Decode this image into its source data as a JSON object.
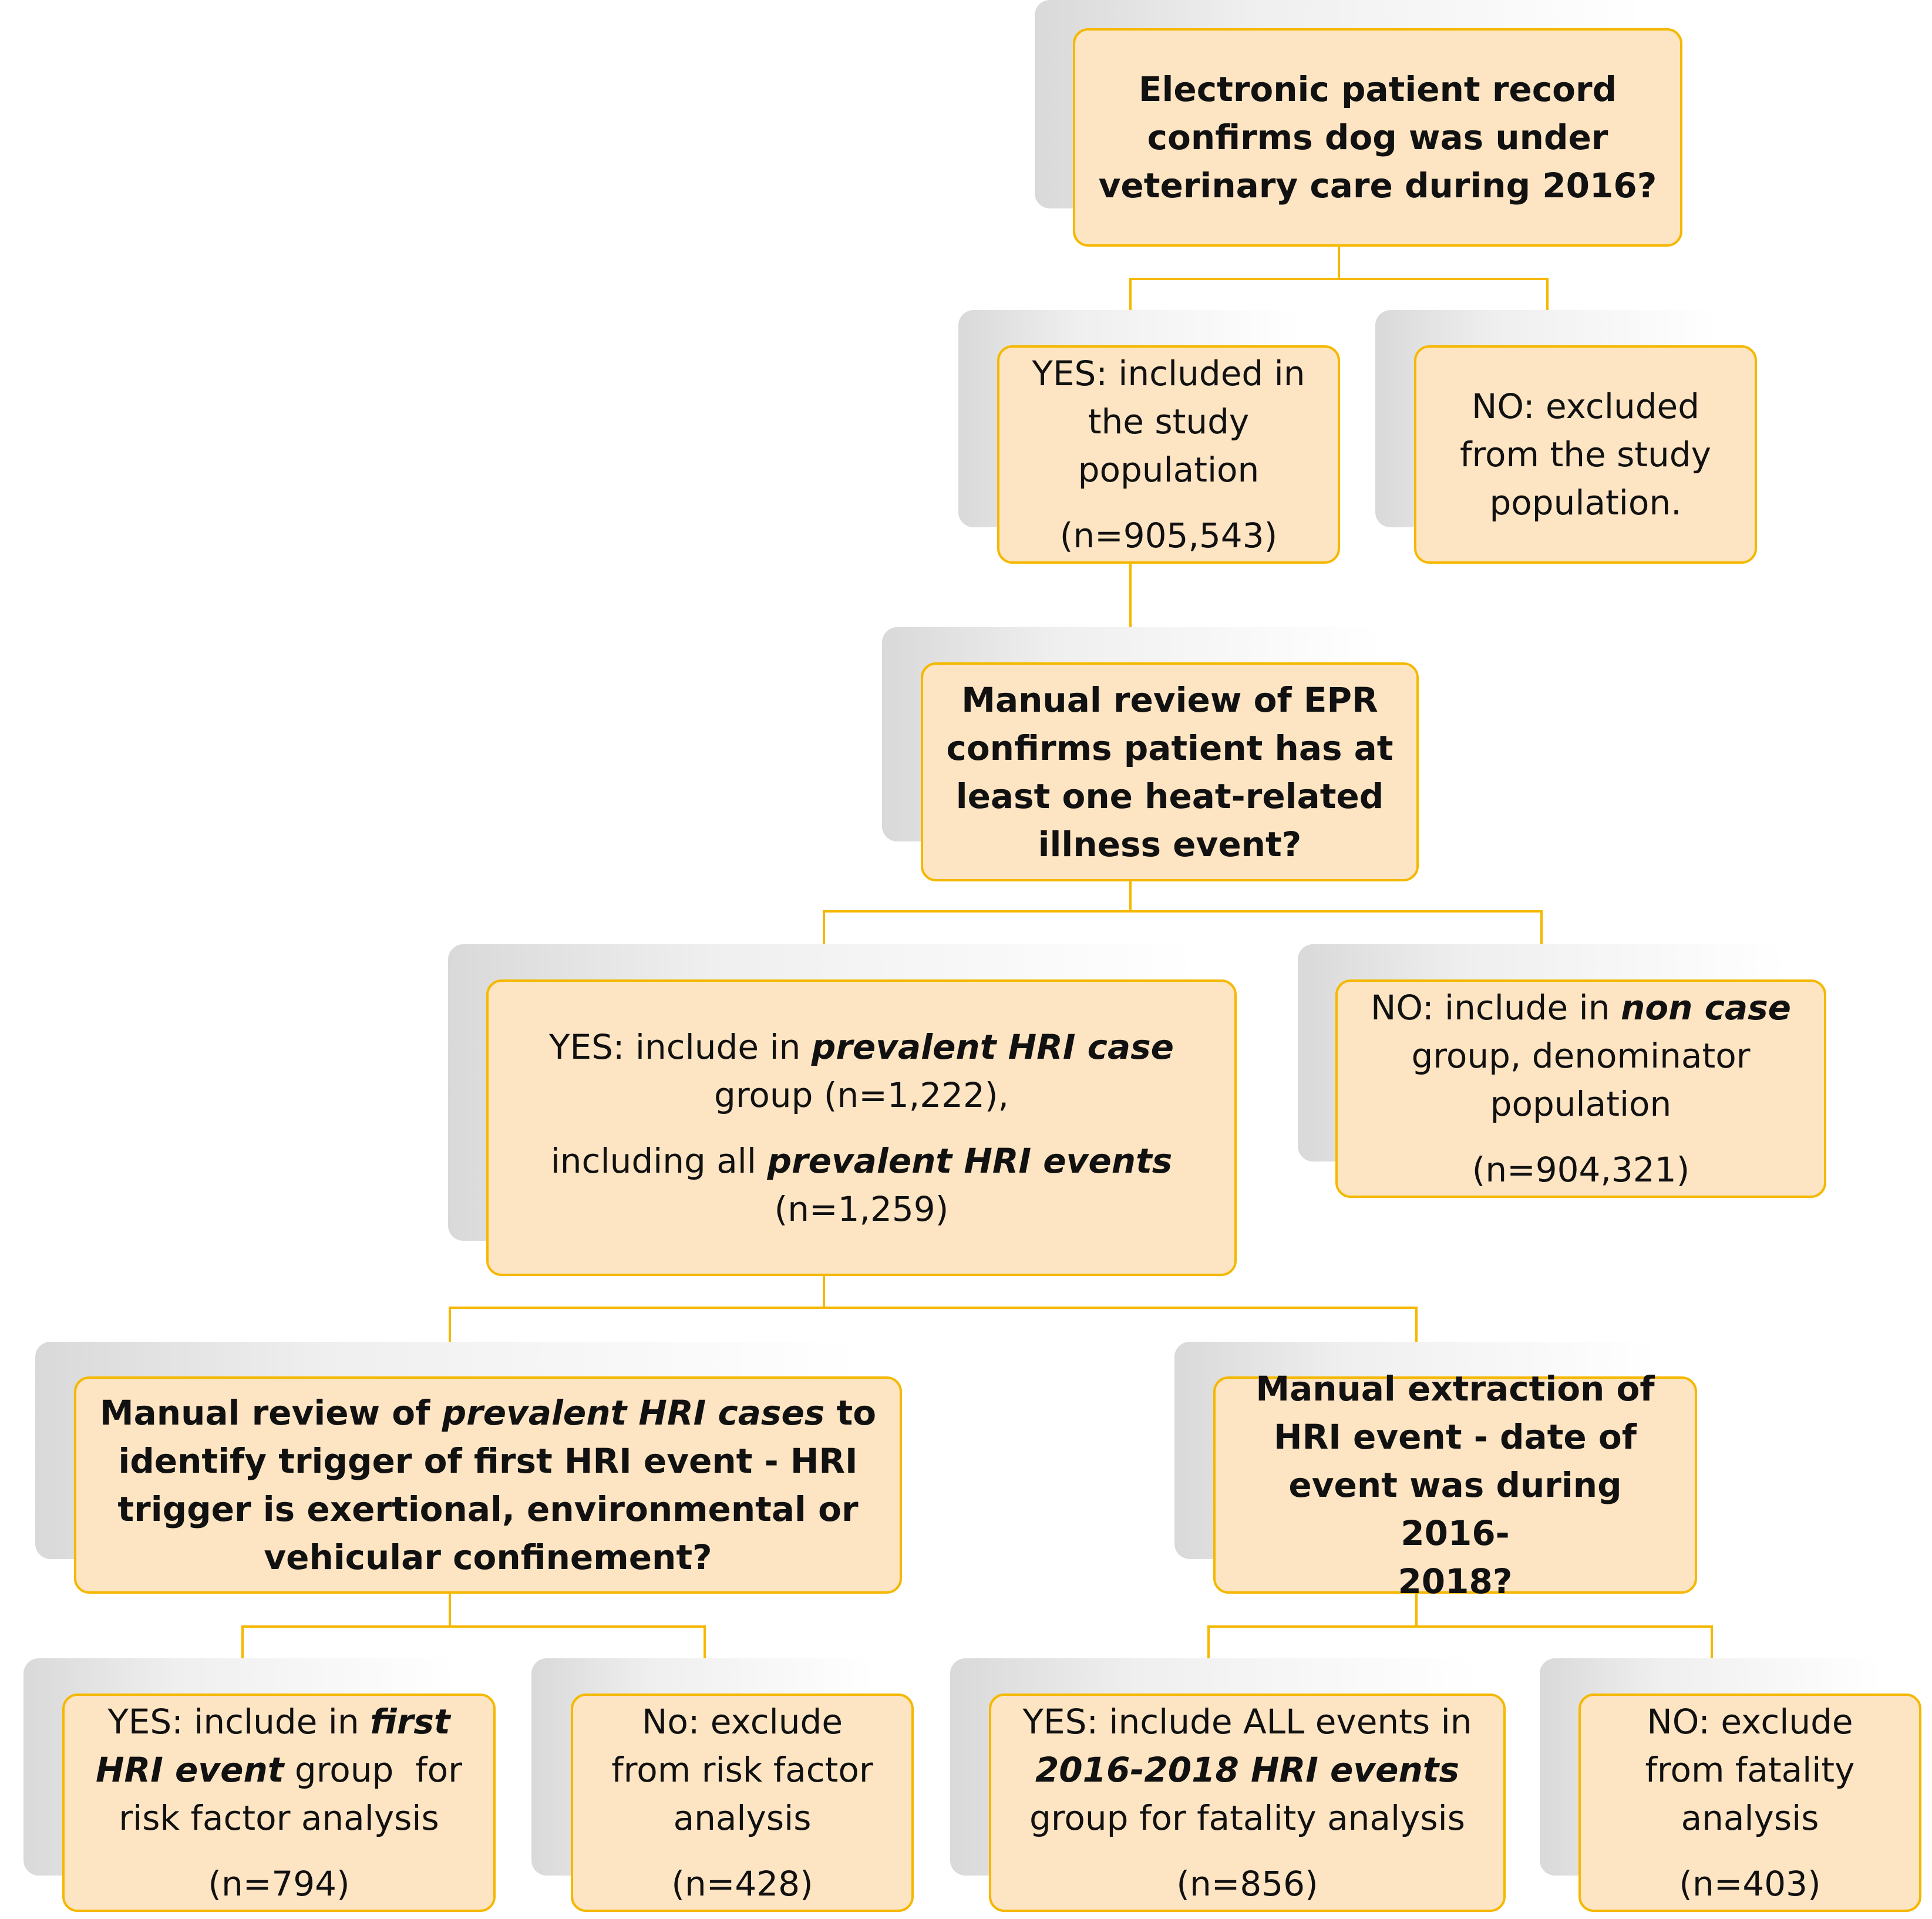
{
  "box_q1": {
    "lines": [
      "Electronic patient record",
      "confirms dog was under",
      "veterinary care during 2016?"
    ]
  },
  "box_yes1": {
    "lines": [
      "YES: included in",
      "the study",
      "population"
    ],
    "count": "(n=905,543)"
  },
  "box_no1": {
    "lines": [
      "NO: excluded",
      "from the study",
      "population."
    ]
  },
  "box_q2": {
    "lines": [
      "Manual review of EPR",
      "confirms patient has at",
      "least one heat-related",
      "illness event?"
    ]
  },
  "box_yes2": {
    "l1_pre": "YES: include in ",
    "l1_em": "prevalent HRI case",
    "l2": "group (n=1,222),",
    "l3_pre": "including all ",
    "l3_em": "prevalent HRI events",
    "l4": "(n=1,259)"
  },
  "box_no2": {
    "l1_pre": "NO: include in ",
    "l1_em": "non case",
    "l2": "group, denominator",
    "l3": "population",
    "count": "(n=904,321)"
  },
  "box_q3": {
    "l1_pre": "Manual review of ",
    "l1_em": "prevalent HRI cases",
    "l1_post": " to",
    "l2": "identify trigger of first HRI event - HRI",
    "l3": "trigger is exertional, environmental or",
    "l4": "vehicular confinement?"
  },
  "box_q4": {
    "lines": [
      "Manual extraction of",
      "HRI event - date of",
      "event was during 2016-",
      "2018?"
    ]
  },
  "box_yes3": {
    "l1_pre": "YES: include in ",
    "l1_em": "first",
    "l2_em": "HRI event",
    "l2_post": " group  for",
    "l3": "risk factor analysis",
    "count": "(n=794)"
  },
  "box_no3": {
    "lines": [
      "No: exclude",
      "from risk factor",
      "analysis"
    ],
    "count": "(n=428)"
  },
  "box_yes4": {
    "l1": "YES: include ALL events in",
    "l2_em": "2016-2018 HRI events",
    "l3": "group for fatality analysis",
    "count": "(n=856)"
  },
  "box_no4": {
    "lines": [
      "NO: exclude",
      "from fatality",
      "analysis"
    ],
    "count": "(n=403)"
  },
  "colors": {
    "box_fill": "#fde4c3",
    "box_border": "#f5b800",
    "connector": "#f5b800"
  }
}
